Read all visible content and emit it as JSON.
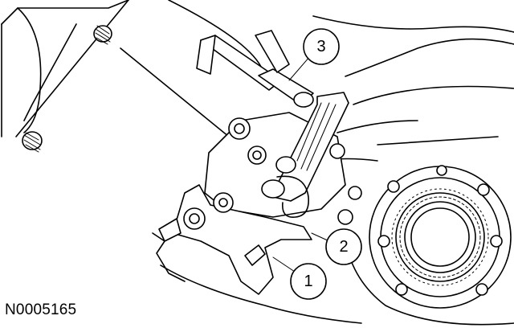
{
  "figure": {
    "id": "N0005165"
  },
  "callouts": [
    {
      "number": "1"
    },
    {
      "number": "2"
    },
    {
      "number": "3"
    }
  ]
}
